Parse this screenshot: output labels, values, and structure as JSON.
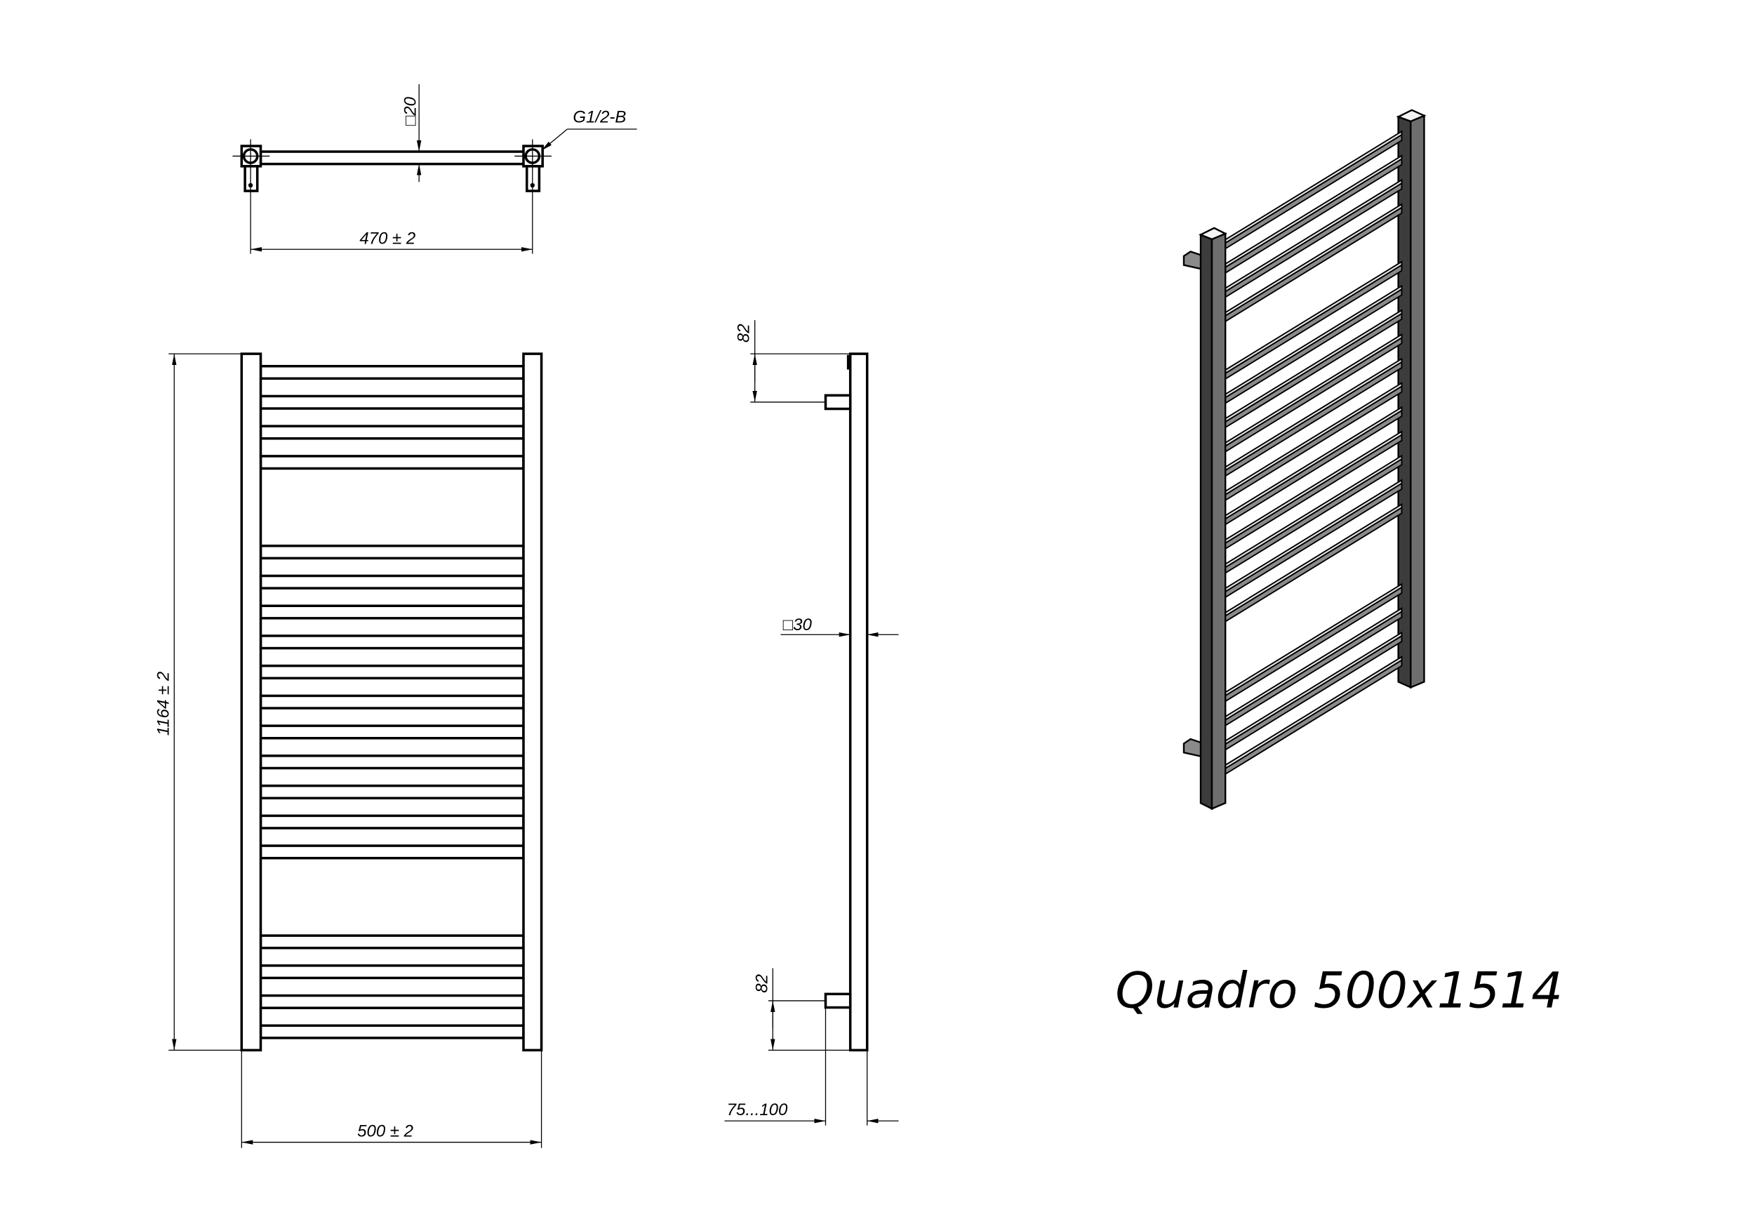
{
  "title": "Quadro 500x1514",
  "top_view": {
    "tube_size": "□20",
    "thread": "G1/2-B",
    "axis_distance": "470 ± 2"
  },
  "front_view": {
    "height": "1164 ± 2",
    "width": "500 ± 2",
    "bar_groups": [
      4,
      11,
      4
    ]
  },
  "side_view": {
    "top_offset": "82",
    "bottom_offset": "82",
    "column_size": "□30",
    "wall_distance": "75...100"
  },
  "colors": {
    "line": "#000000",
    "dark_face": "#3c3c3c",
    "mid_face": "#6e6e6e",
    "light_face": "#e4e4e4",
    "bar_face": "#8a8a8a"
  }
}
